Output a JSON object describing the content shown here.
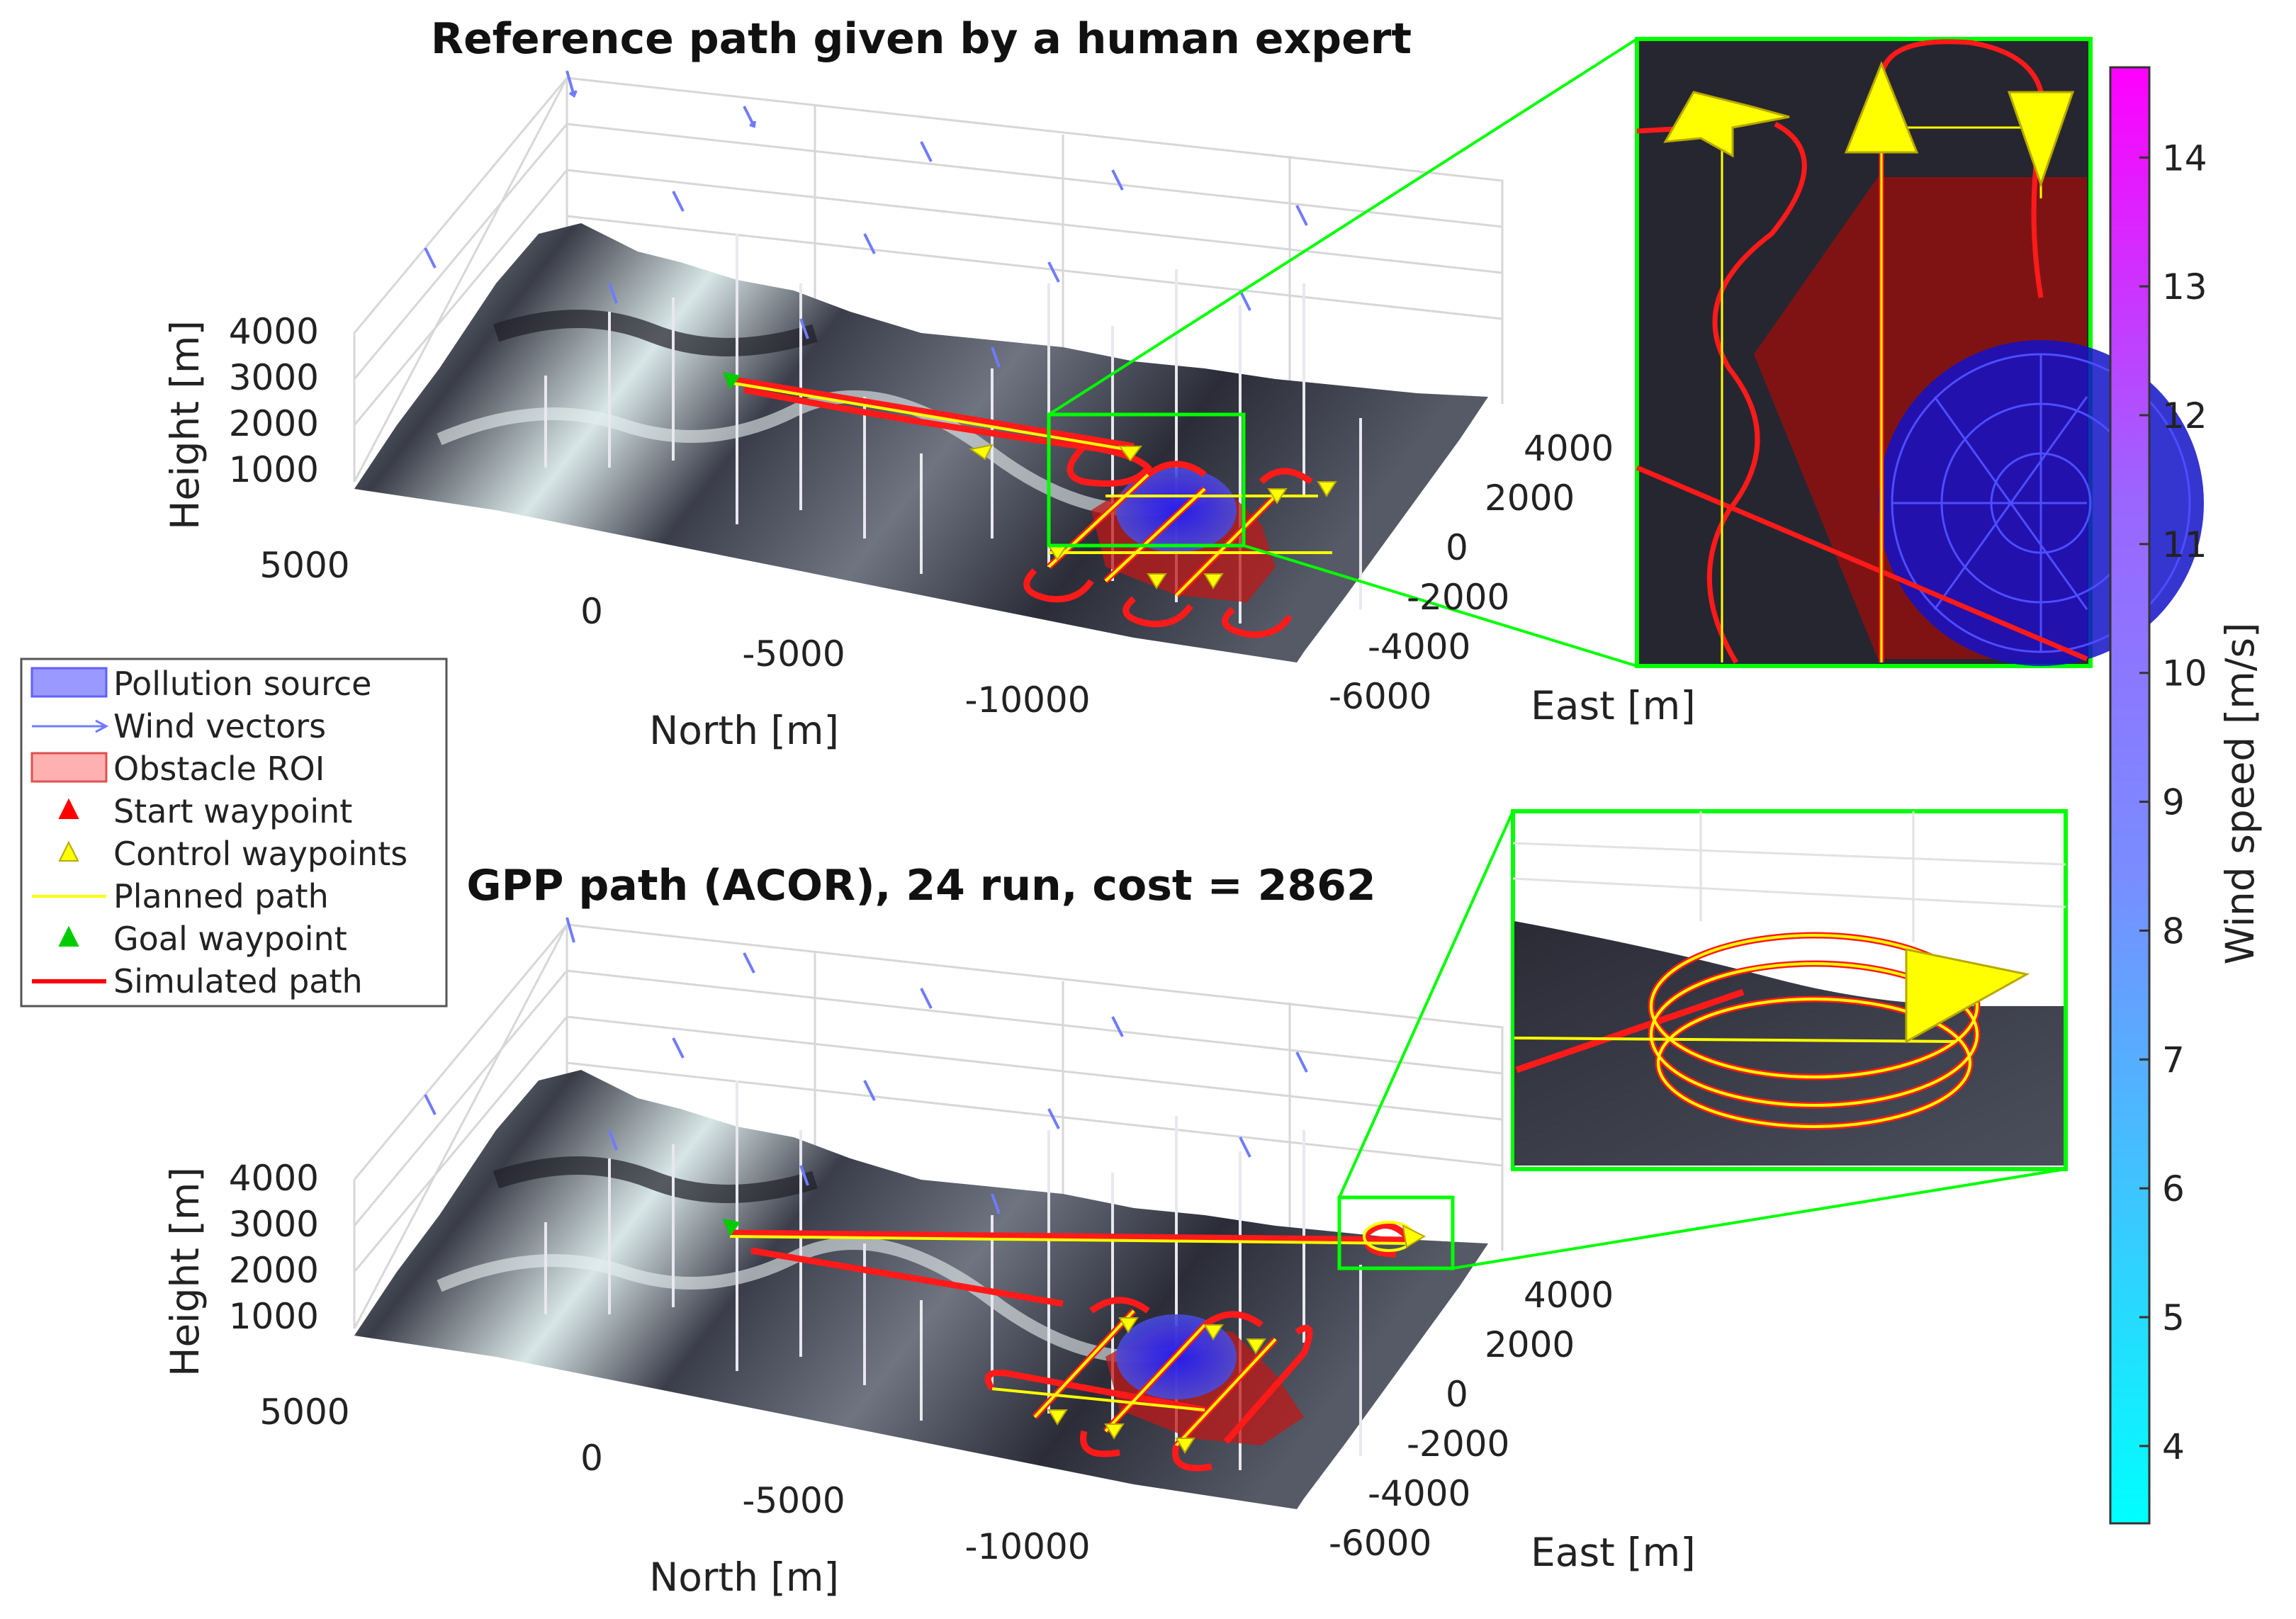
{
  "top": {
    "title": "Reference path given by a human expert"
  },
  "bottom": {
    "title": "GPP path (ACOR), 24 run, cost = 2862"
  },
  "axes": {
    "z_label": "Height [m]",
    "x_label": "North [m]",
    "y_label": "East [m]",
    "z_ticks": [
      "4000",
      "3000",
      "2000",
      "1000"
    ],
    "x_ticks": [
      "5000",
      "0",
      "-5000",
      "-10000"
    ],
    "y_ticks": [
      "4000",
      "2000",
      "0",
      "-2000",
      "-4000",
      "-6000"
    ]
  },
  "legend": {
    "items": [
      {
        "label": "Pollution source",
        "symbol": "patch",
        "color": "#9999ff"
      },
      {
        "label": "Wind vectors",
        "symbol": "arrow",
        "color": "#6f7bff"
      },
      {
        "label": "Obstacle ROI",
        "symbol": "patch",
        "color": "#ffb0b0"
      },
      {
        "label": "Start waypoint",
        "symbol": "triangle",
        "color": "#ff0000"
      },
      {
        "label": "Control waypoints",
        "symbol": "triangle",
        "color": "#ffff00"
      },
      {
        "label": "Planned path",
        "symbol": "line",
        "color": "#ffff00"
      },
      {
        "label": "Goal waypoint",
        "symbol": "triangle",
        "color": "#00cc00"
      },
      {
        "label": "Simulated path",
        "symbol": "line",
        "color": "#ff0000"
      }
    ]
  },
  "colorbar": {
    "label": "Wind speed [m/s]",
    "ticks": [
      "14",
      "13",
      "12",
      "11",
      "10",
      "9",
      "8",
      "7",
      "6",
      "5",
      "4"
    ],
    "min": 3.4,
    "max": 14.7,
    "color_low": "#00ffff",
    "color_high": "#ff00ff"
  },
  "colors": {
    "simulated": "#ff1a1a",
    "planned": "#ffff00",
    "inset_border": "#00ff00",
    "pollution": "#3030ff",
    "terrain_dark": "#2a2a35",
    "terrain_light": "#c8dcdc"
  }
}
